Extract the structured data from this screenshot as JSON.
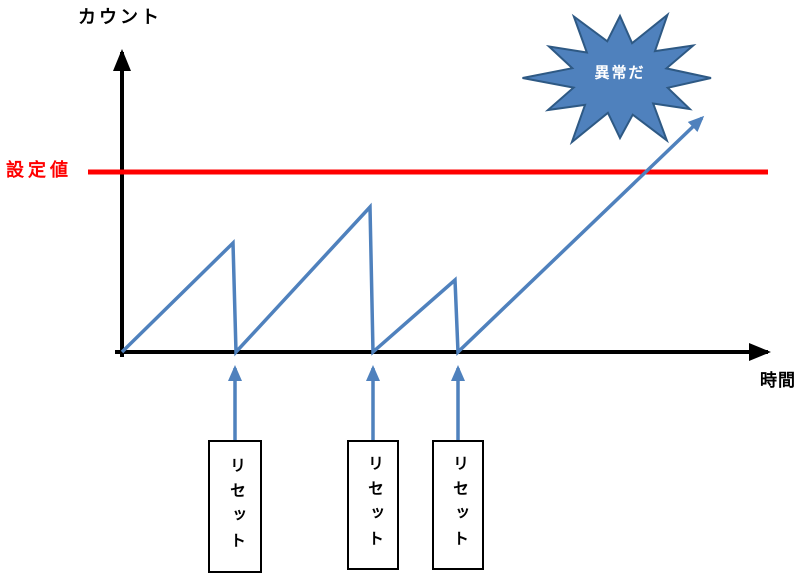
{
  "diagram": {
    "y_axis_label": "カウント",
    "x_axis_label": "時間",
    "threshold_label": "設定値",
    "burst_label": "異常だ",
    "reset_boxes": [
      {
        "label": "リセット"
      },
      {
        "label": "リセット"
      },
      {
        "label": "リセット"
      }
    ],
    "colors": {
      "waveform_blue": "#4f81bd",
      "starburst_border_blue": "#2e5984",
      "threshold_red": "#ff0000",
      "axis_black": "#000000"
    }
  }
}
